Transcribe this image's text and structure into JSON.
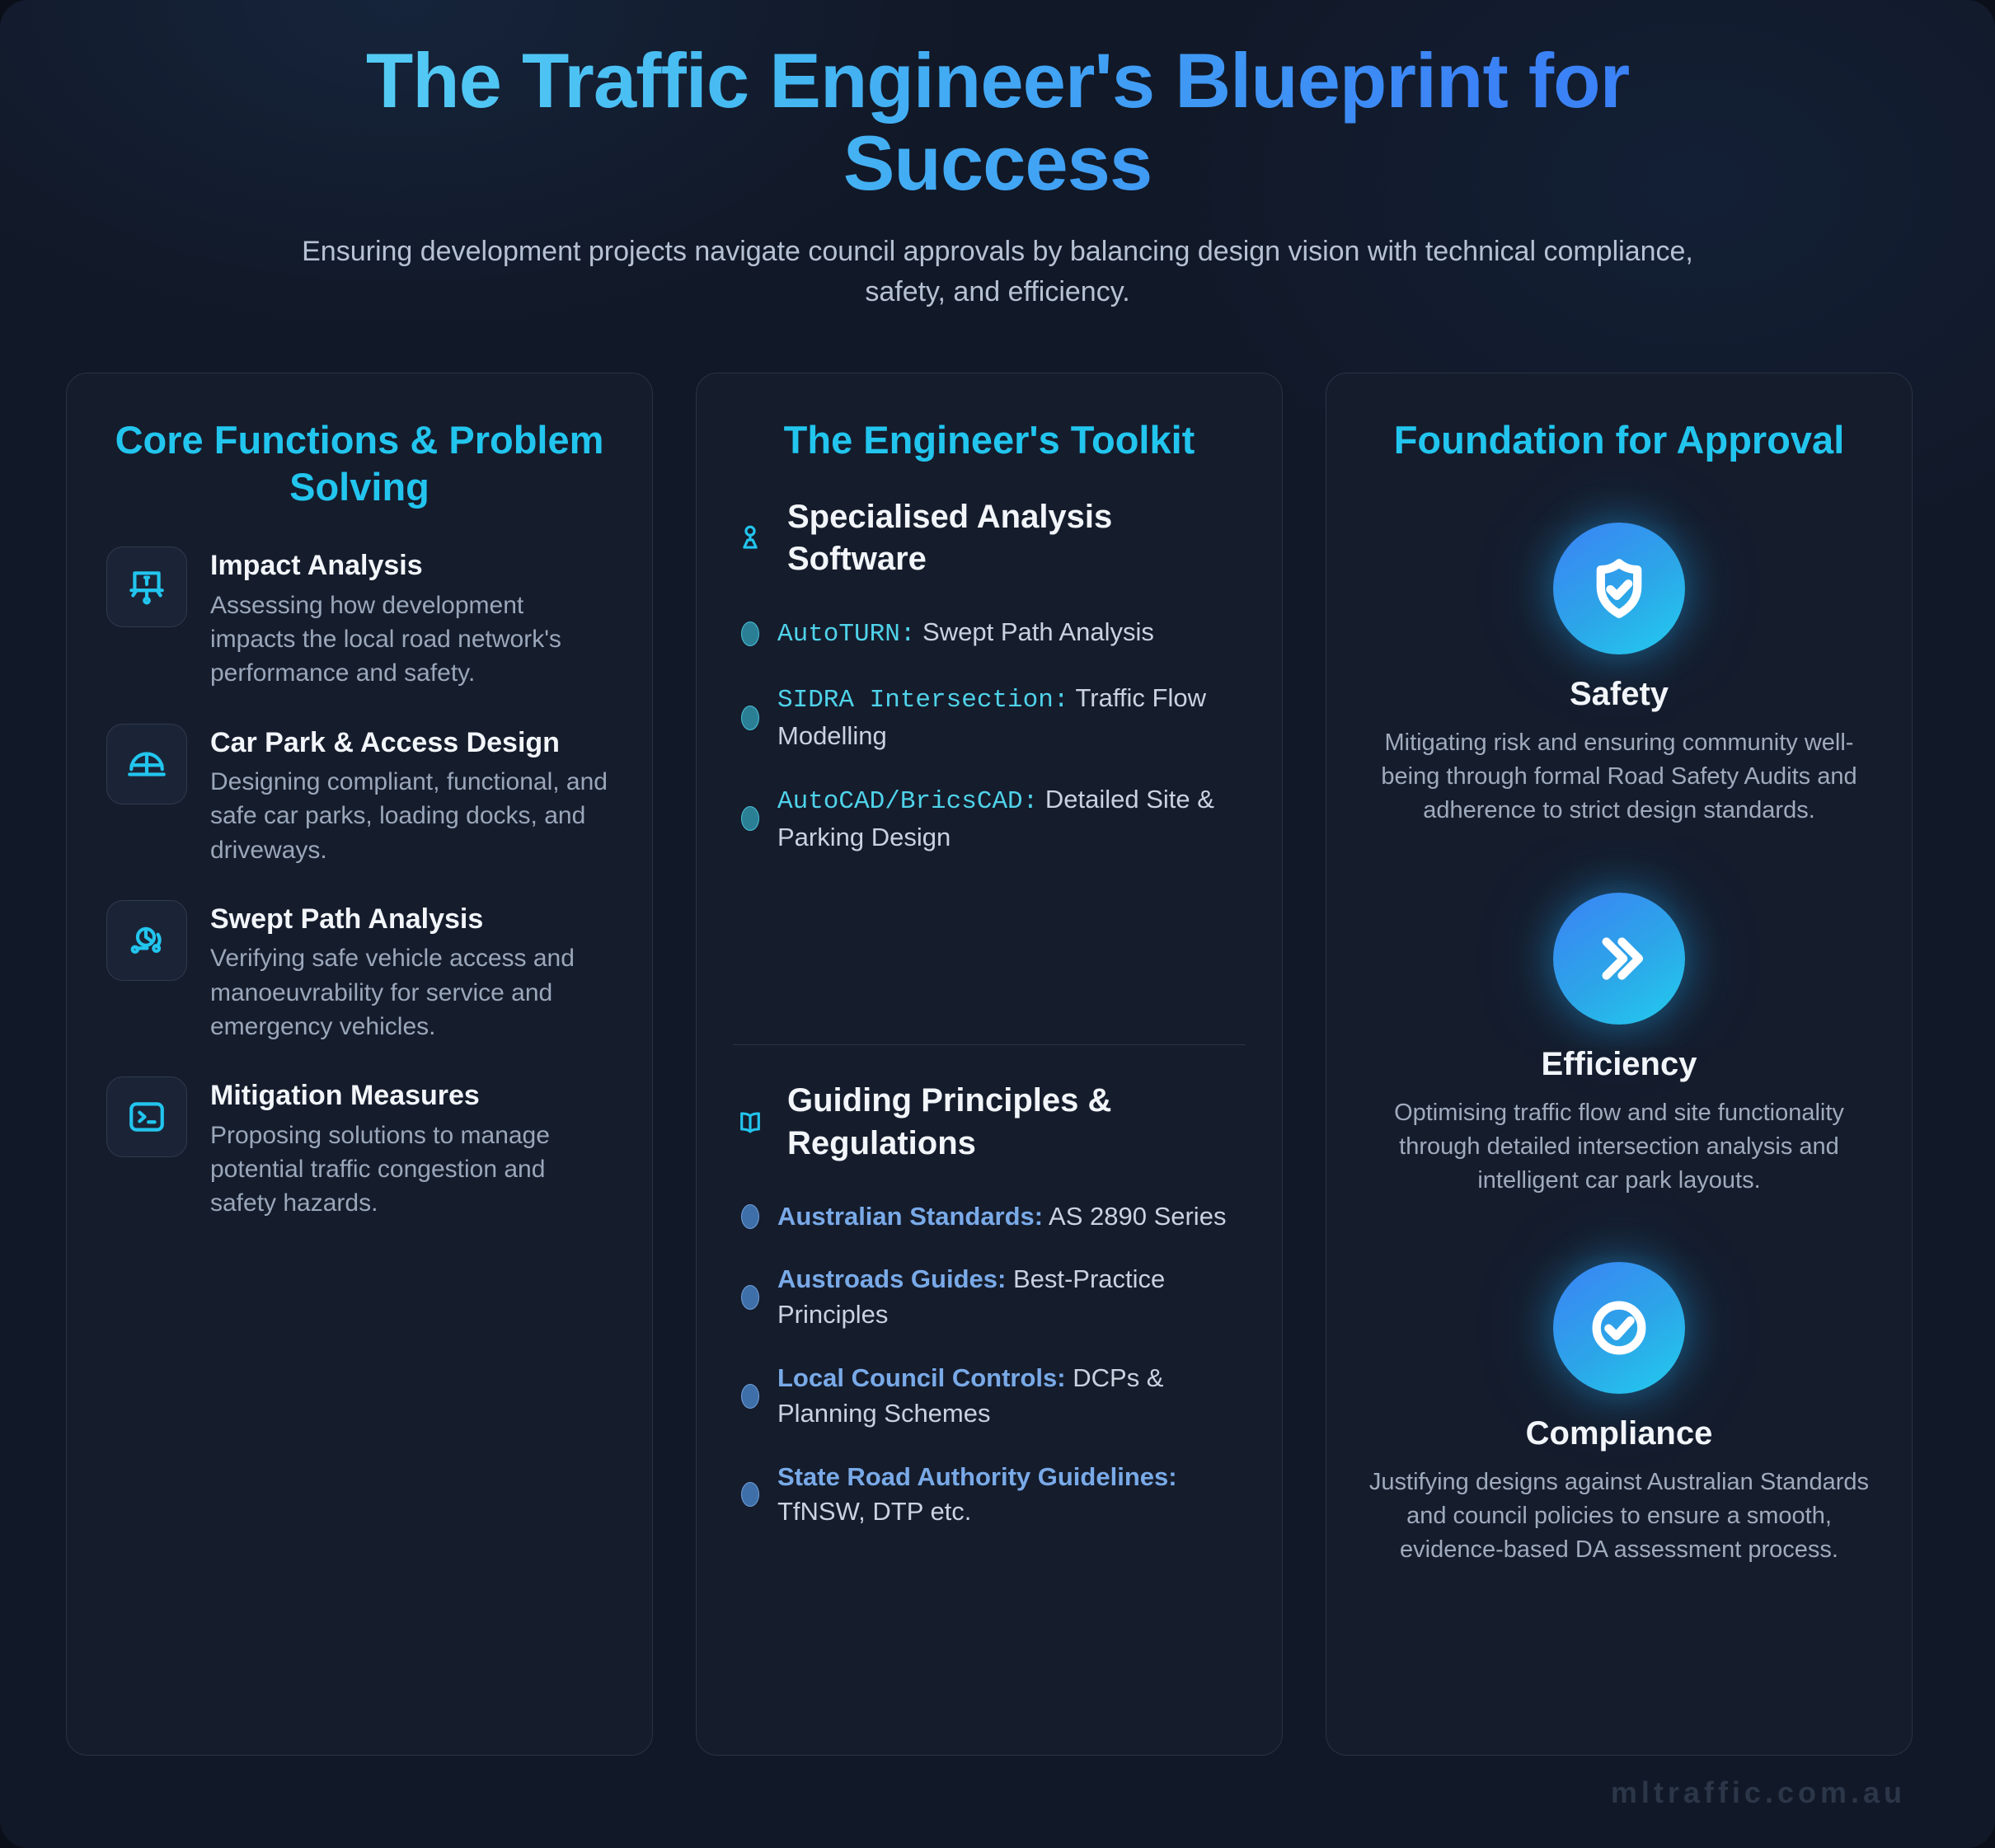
{
  "header": {
    "title": "The Traffic Engineer's Blueprint for Success",
    "subtitle": "Ensuring development projects navigate council approvals by balancing design vision with technical compliance, safety, and efficiency."
  },
  "left_card": {
    "title": "Core Functions & Problem Solving",
    "items": [
      {
        "icon": "presentation-board-icon",
        "title": "Impact Analysis",
        "desc": "Assessing how development impacts the local road network's performance and safety."
      },
      {
        "icon": "car-park-grid-icon",
        "title": "Car Park & Access Design",
        "desc": "Designing compliant, functional, and safe car parks, loading docks, and driveways."
      },
      {
        "icon": "swept-path-curve-icon",
        "title": "Swept Path Analysis",
        "desc": "Verifying safe vehicle access and manoeuvrability for service and emergency vehicles."
      },
      {
        "icon": "terminal-icon",
        "title": "Mitigation Measures",
        "desc": "Proposing solutions to manage potential traffic congestion and safety hazards."
      }
    ]
  },
  "middle_card": {
    "title": "The Engineer's Toolkit",
    "software_section": {
      "icon": "microscope-icon",
      "heading": "Specialised Analysis Software",
      "items": [
        {
          "label": "AutoTURN:",
          "text": " Swept Path Analysis"
        },
        {
          "label": "SIDRA Intersection:",
          "text": " Traffic Flow Modelling"
        },
        {
          "label": "AutoCAD/BricsCAD:",
          "text": " Detailed Site & Parking Design"
        }
      ]
    },
    "principles_section": {
      "icon": "open-book-icon",
      "heading": "Guiding Principles & Regulations",
      "items": [
        {
          "label": "Australian Standards:",
          "text": " AS 2890 Series"
        },
        {
          "label": "Austroads Guides:",
          "text": " Best-Practice Principles"
        },
        {
          "label": "Local Council Controls:",
          "text": " DCPs & Planning Schemes"
        },
        {
          "label": "State Road Authority Guidelines:",
          "text": " TfNSW, DTP etc."
        }
      ]
    }
  },
  "right_card": {
    "title": "Foundation for Approval",
    "pillars": [
      {
        "icon": "shield-check-icon",
        "title": "Safety",
        "desc": "Mitigating risk and ensuring community well-being through formal Road Safety Audits and adherence to strict design standards."
      },
      {
        "icon": "double-chevron-right-icon",
        "title": "Efficiency",
        "desc": "Optimising traffic flow and site functionality through detailed intersection analysis and intelligent car park layouts."
      },
      {
        "icon": "check-circle-icon",
        "title": "Compliance",
        "desc": "Justifying designs against Australian Standards and council policies to ensure a smooth, evidence-based DA assessment process."
      }
    ]
  },
  "watermark": "mltraffic.com.au",
  "colors": {
    "page_background": "#111827",
    "card_background": "#151c2c",
    "card_border": "#2a3344",
    "accent_cyan": "#22c5ee",
    "accent_blue": "#3b82f6",
    "mono_cyan": "#4fd3ea",
    "reg_label_blue": "#79aae8",
    "heading_white": "#f2f5f9",
    "body_grey": "#9aa7ba",
    "bullet_teal": "#2b7f95",
    "bullet_blue": "#3f6fa8",
    "watermark": "#2b3648"
  }
}
